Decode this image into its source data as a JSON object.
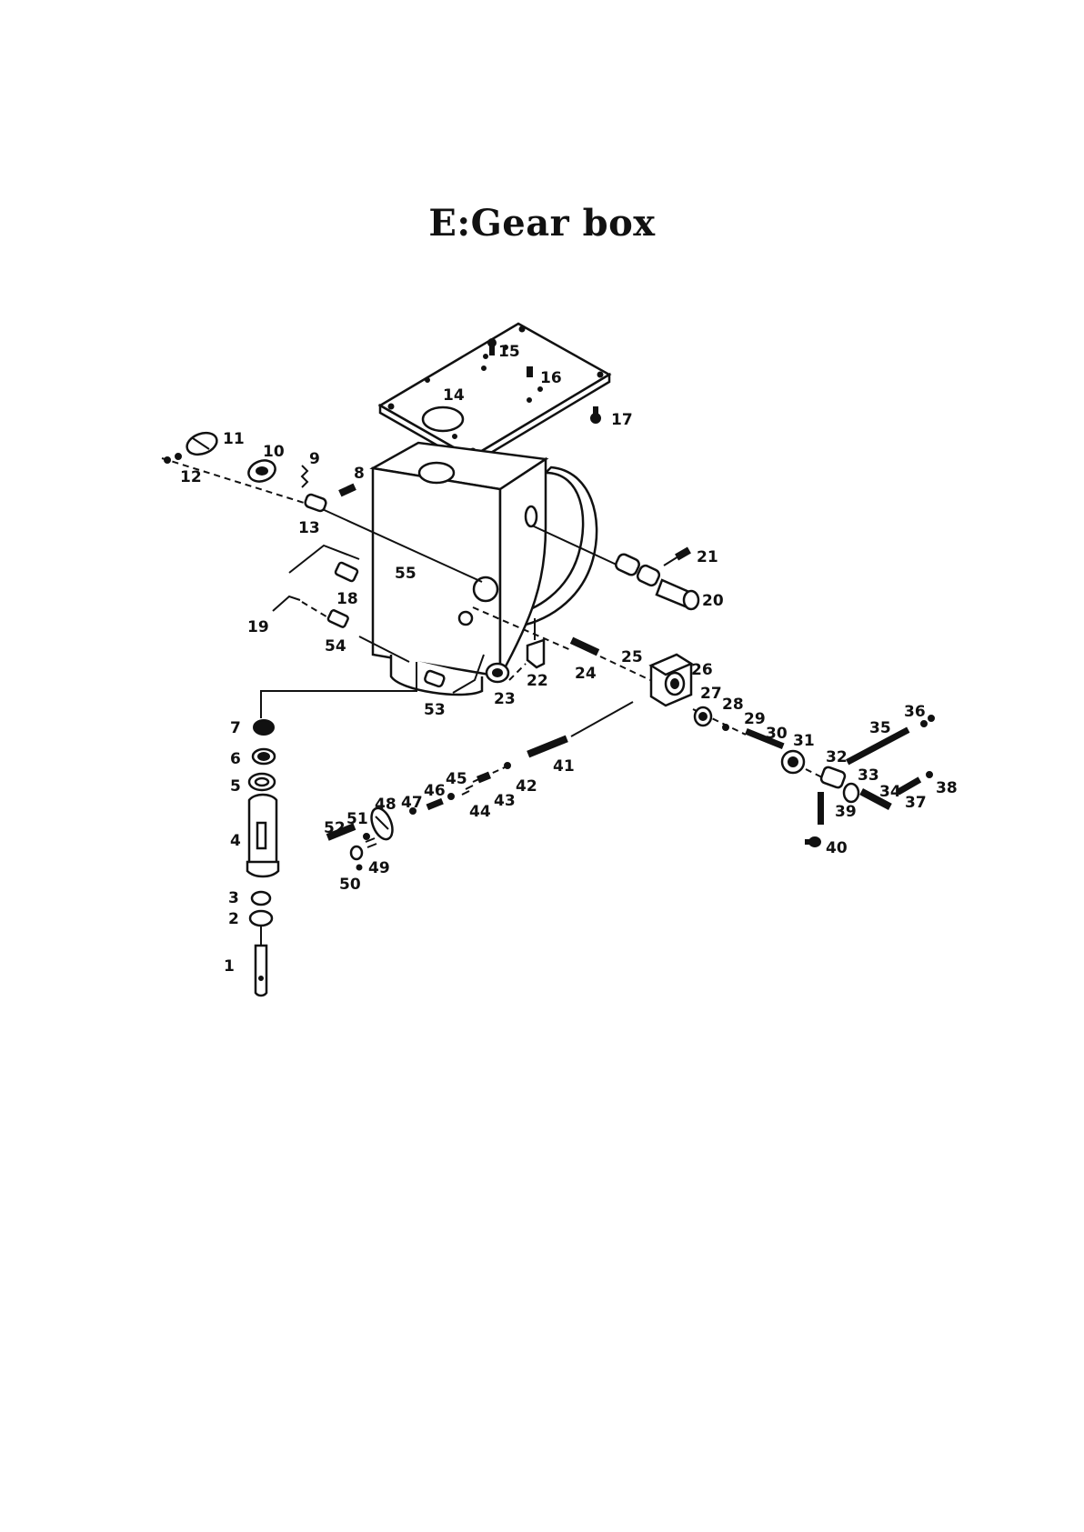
{
  "title": "E:Gear box",
  "colors": {
    "ink": "#111111",
    "paper": "#ffffff"
  },
  "labels": {
    "l1": "1",
    "l2": "2",
    "l3": "3",
    "l4": "4",
    "l5": "5",
    "l6": "6",
    "l7": "7",
    "l8": "8",
    "l9": "9",
    "l10": "10",
    "l11": "11",
    "l12": "12",
    "l13": "13",
    "l14": "14",
    "l15": "15",
    "l16": "16",
    "l17": "17",
    "l18": "18",
    "l19": "19",
    "l20": "20",
    "l21": "21",
    "l22": "22",
    "l23": "23",
    "l24": "24",
    "l25": "25",
    "l26": "26",
    "l27": "27",
    "l28": "28",
    "l29": "29",
    "l30": "30",
    "l31": "31",
    "l32": "32",
    "l33": "33",
    "l34": "34",
    "l35": "35",
    "l36": "36",
    "l37": "37",
    "l38": "38",
    "l39": "39",
    "l40": "40",
    "l41": "41",
    "l42": "42",
    "l43": "43",
    "l44": "44",
    "l45": "45",
    "l46": "46",
    "l47": "47",
    "l48": "48",
    "l49": "49",
    "l50": "50",
    "l51": "51",
    "l52": "52",
    "l53": "53",
    "l54": "54",
    "l55": "55"
  }
}
